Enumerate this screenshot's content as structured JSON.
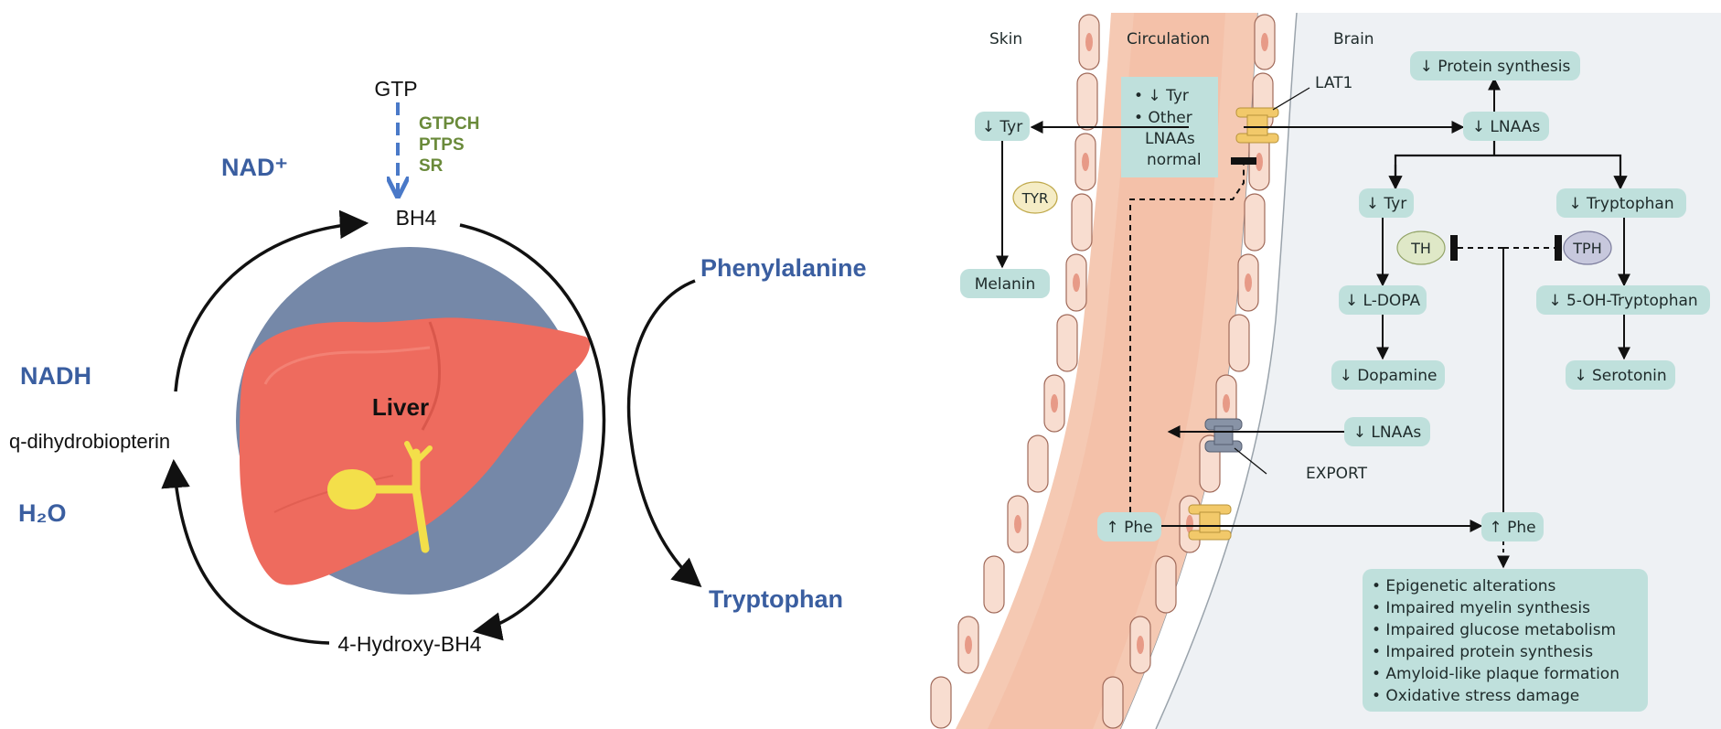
{
  "left_panel": {
    "nad_label": "NAD⁺",
    "gtp_label": "GTP",
    "enzymes": [
      "GTPCH",
      "PTPS",
      "SR"
    ],
    "bh4_label": "BH4",
    "nadh_label": "NADH",
    "qdhb_label": "q-dihydrobiopterin",
    "h2o_label": "H₂O",
    "phenylalanine_label": "Phenylalanine",
    "tryptophan_label": "Tryptophan",
    "hydroxy_bh4_label": "4-Hydroxy-BH4",
    "liver_label": "Liver"
  },
  "right_panel": {
    "region_labels": {
      "skin": "Skin",
      "circulation": "Circulation",
      "brain": "Brain"
    },
    "circulation_box": [
      "• ↓ Tyr",
      "• Other",
      "LNAAs",
      "normal"
    ],
    "lat1_label": "LAT1",
    "export_label": "EXPORT",
    "skin_nodes": {
      "tyr": "↓ Tyr",
      "tyr_enzyme": "TYR",
      "melanin": "Melanin"
    },
    "brain_nodes": {
      "protein_synthesis": "↓ Protein synthesis",
      "lnaas_top": "↓ LNAAs",
      "tyr": "↓ Tyr",
      "tryptophan": "↓ Tryptophan",
      "th": "TH",
      "tph": "TPH",
      "ldopa": "↓ L-DOPA",
      "oh_tryptophan": "↓ 5-OH-Tryptophan",
      "dopamine": "↓ Dopamine",
      "serotonin": "↓ Serotonin",
      "lnaas_export": "↓ LNAAs",
      "phe_brain": "↑ Phe"
    },
    "phe_circulation": "↑ Phe",
    "effects": [
      "• Epigenetic alterations",
      "• Impaired myelin synthesis",
      "• Impaired glucose metabolism",
      "• Impaired protein synthesis",
      "• Amyloid-like plaque formation",
      "• Oxidative stress damage"
    ]
  },
  "colors": {
    "label_blue": "#3a5ea0",
    "enzyme_green": "#6a8a3a",
    "liver_bg": "#7588a8",
    "liver": "#ee6b5e",
    "gallbladder": "#f3df4a",
    "node_fill": "#bfe0dc",
    "vessel_fill": "#f5c9b3",
    "brain_bg": "#eef1f4",
    "transporter": "#f2c96a",
    "export_transporter": "#8893a6",
    "dashed_arrow": "#4a79c8"
  }
}
